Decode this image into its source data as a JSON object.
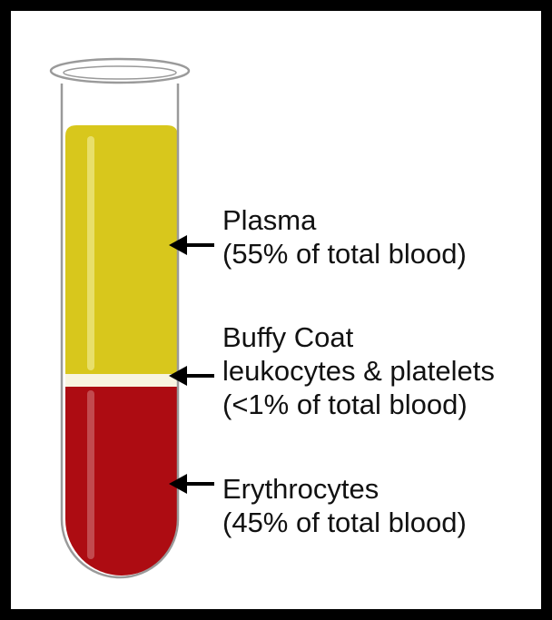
{
  "colors": {
    "plasma": "#d8c71c",
    "plasma_highlight": "#e8df6a",
    "buffy_coat": "#f8f4e0",
    "erythrocytes": "#ad0c12",
    "erythrocytes_highlight": "#c24a4e",
    "tube_outline": "#9a9a9a",
    "border": "#000000",
    "arrow": "#000000"
  },
  "labels": {
    "plasma": {
      "line1": "Plasma",
      "line2": "(55% of total blood)"
    },
    "buffy_coat": {
      "line1": "Buffy Coat",
      "line2": "leukocytes & platelets",
      "line3": "(<1% of total blood)"
    },
    "erythrocytes": {
      "line1": "Erythrocytes",
      "line2": "(45% of total blood)"
    }
  }
}
